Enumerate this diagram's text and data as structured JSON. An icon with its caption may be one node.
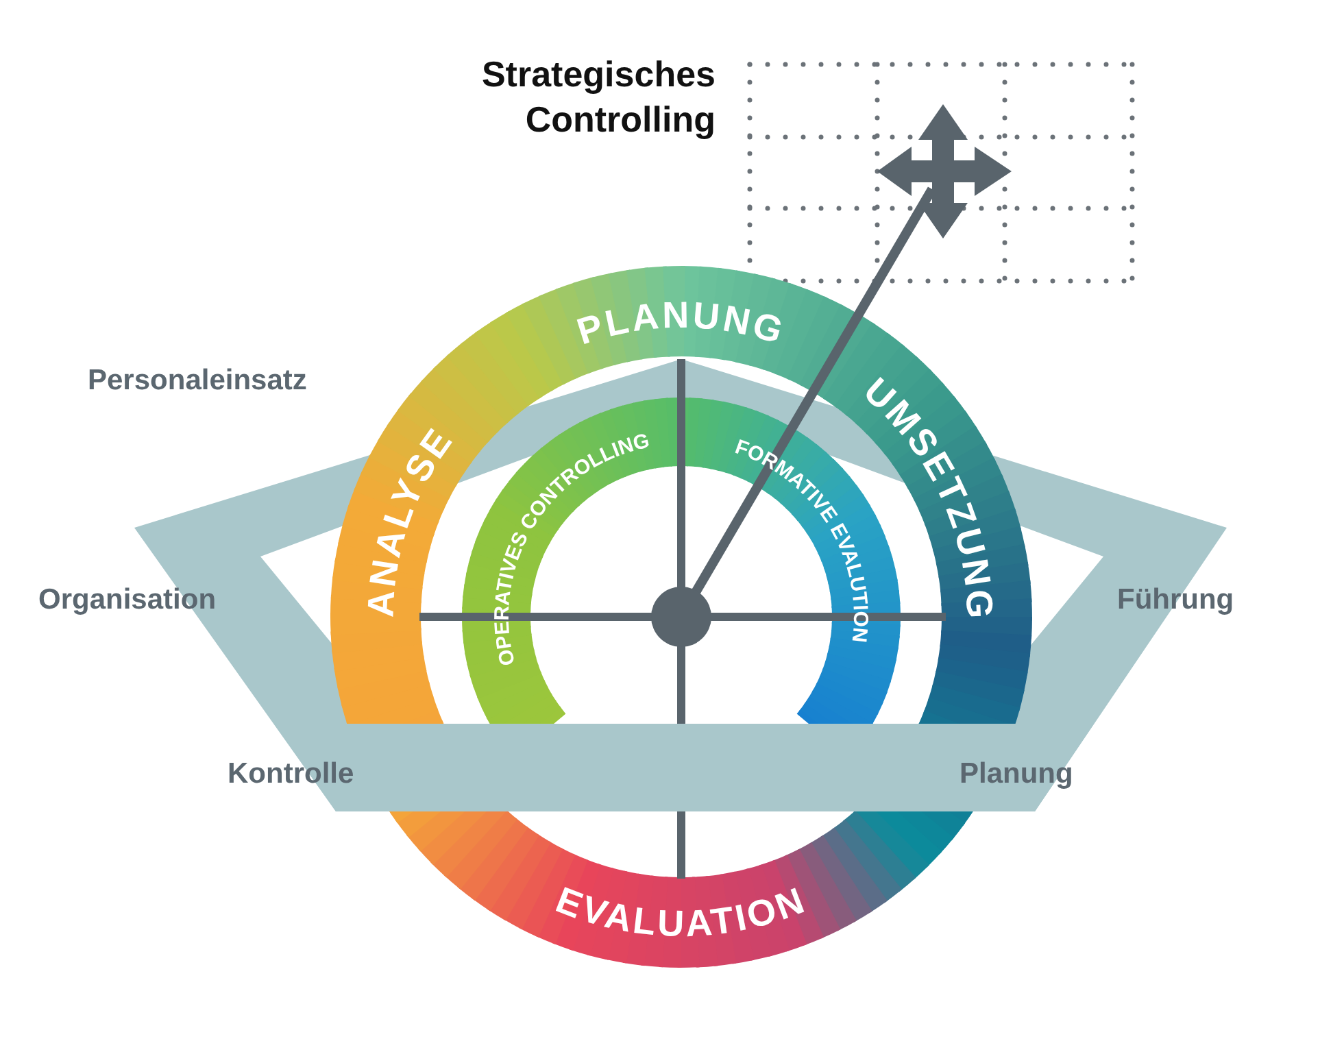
{
  "diagram": {
    "labels": [
      "Strategisches Controlling",
      "PLANUNG",
      "Personaleinsatz",
      "ANALYSE",
      "OPERATIVES CONTROLLING",
      "FORMATIVE EVALUTION",
      "UMSETZUNG",
      "Organisation",
      "Führung",
      "Kontrolle",
      "Planung",
      "EVALUATION"
    ]
  }
}
